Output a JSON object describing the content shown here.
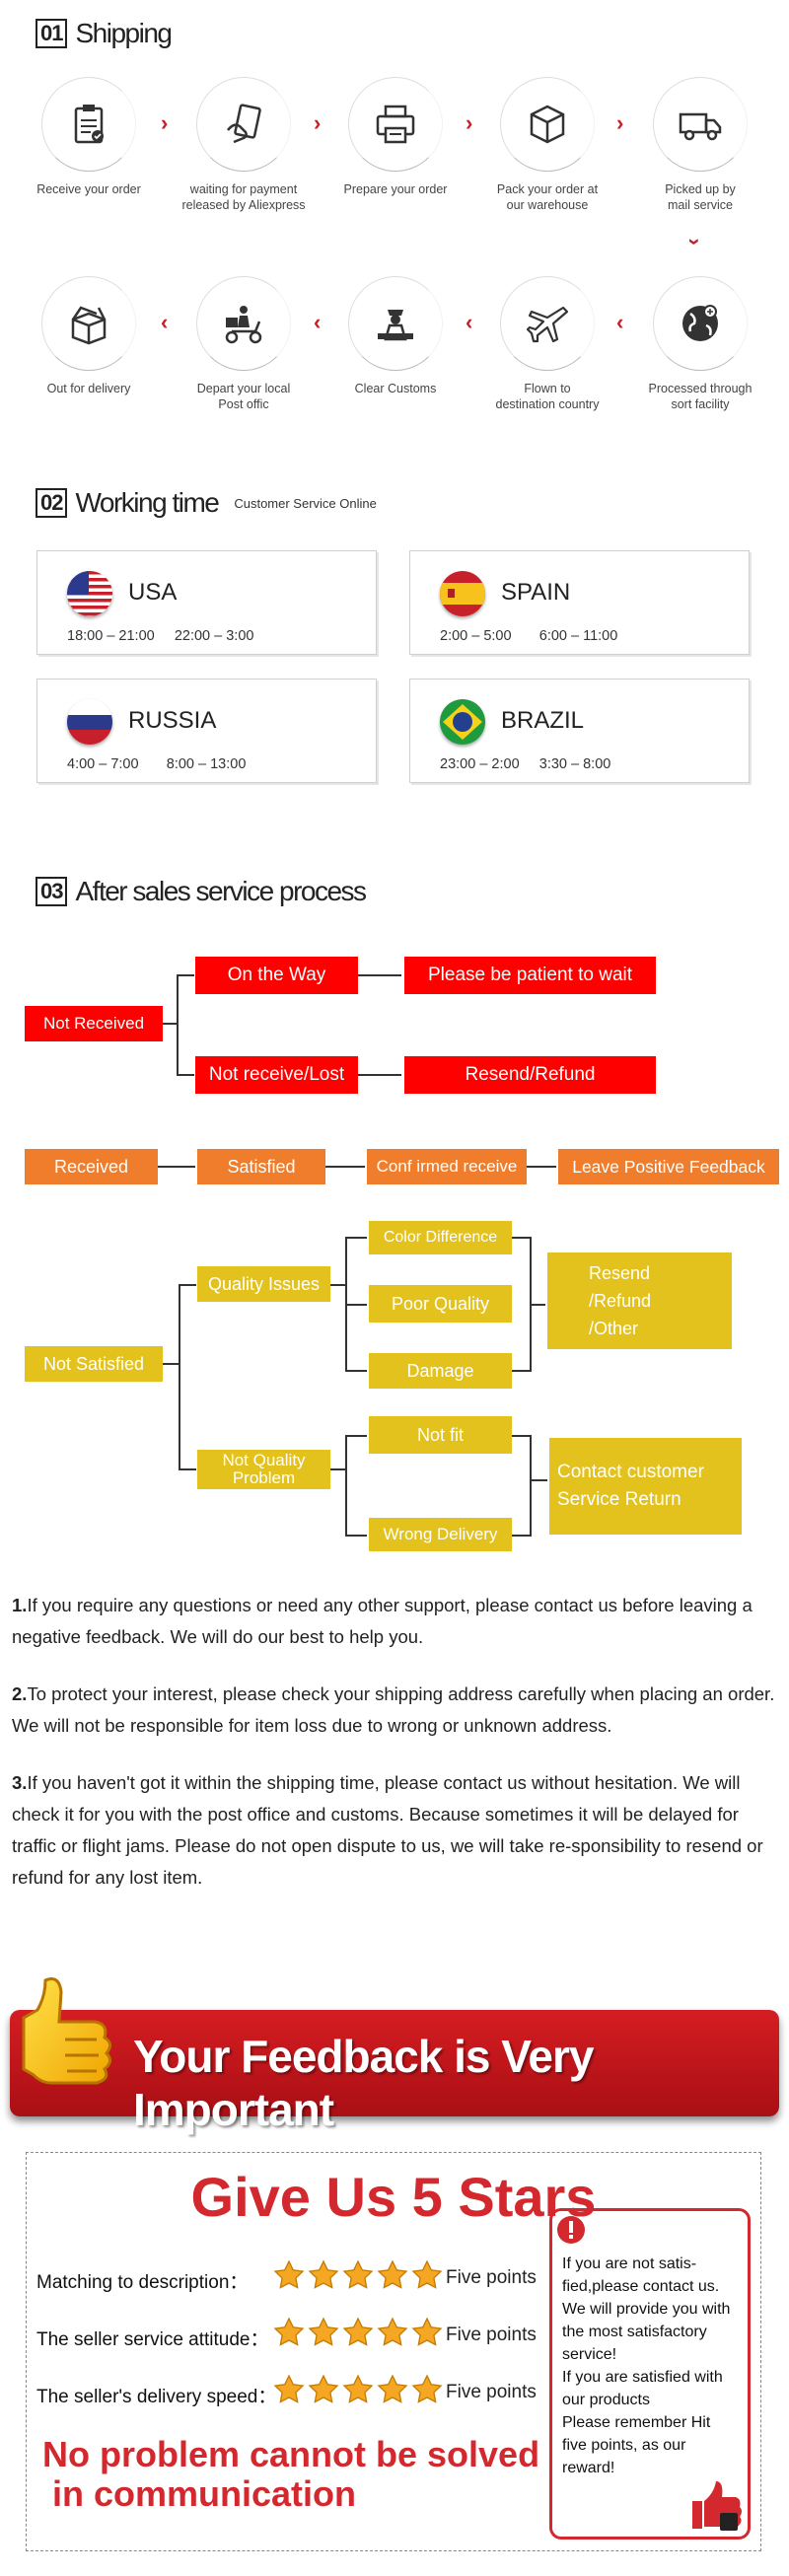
{
  "shipping": {
    "num": "01",
    "title": "Shipping",
    "steps": [
      {
        "label": "Receive your order",
        "icon": "clipboard-icon"
      },
      {
        "label": "waiting for payment\nreleased by Aliexpress",
        "icon": "card-hand-icon"
      },
      {
        "label": "Prepare your order",
        "icon": "printer-icon"
      },
      {
        "label": "Pack your order at\nour warehouse",
        "icon": "box-icon"
      },
      {
        "label": "Picked up by\nmail service",
        "icon": "truck-icon"
      },
      {
        "label": "Out for delivery",
        "icon": "open-box-icon"
      },
      {
        "label": "Depart your local\nPost offic",
        "icon": "scooter-icon"
      },
      {
        "label": "Clear Customs",
        "icon": "customs-officer-icon"
      },
      {
        "label": "Flown to\ndestination country",
        "icon": "plane-icon"
      },
      {
        "label": "Processed through\nsort facility",
        "icon": "globe-icon"
      }
    ]
  },
  "working": {
    "num": "02",
    "title": "Working time",
    "subtitle": "Customer Service Online",
    "regions": [
      {
        "country": "USA",
        "times": "18:00 – 21:00     22:00 – 3:00"
      },
      {
        "country": "SPAIN",
        "times": "2:00 – 5:00       6:00 – 11:00"
      },
      {
        "country": "RUSSIA",
        "times": "4:00 – 7:00       8:00 – 13:00"
      },
      {
        "country": "BRAZIL",
        "times": "23:00 – 2:00     3:30 – 8:00"
      }
    ]
  },
  "after": {
    "num": "03",
    "title": "After sales service process",
    "not_received": "Not Received",
    "on_the_way": "On the Way",
    "be_patient": "Please be patient to wait",
    "lost": "Not receive/Lost",
    "resend_refund": "Resend/Refund",
    "received": "Received",
    "satisfied": "Satisfied",
    "confirmed": "Conf irmed receive",
    "leave_feedback": "Leave Positive Feedback",
    "not_satisfied": "Not Satisfied",
    "quality_issues": "Quality Issues",
    "color_difference": "Color Difference",
    "poor_quality": "Poor Quality",
    "damage": "Damage",
    "resend_other": "Resend\n/Refund\n/Other",
    "not_quality": "Not Quality\nProblem",
    "not_fit": "Not fit",
    "wrong_delivery": "Wrong Delivery",
    "contact_return": "Contact customer\nService Return"
  },
  "notes": [
    {
      "num": "1.",
      "text": "If you require any questions or need any other support, please contact us before leaving a negative feedback. We will do our best to help you."
    },
    {
      "num": "2.",
      "text": "To protect your interest, please check your shipping address carefully when placing an order. We will not be responsible for item loss due to wrong or unknown address."
    },
    {
      "num": "3.",
      "text": "If you haven't got it within the shipping time, please contact us without hesitation. We will check it for you with the post office and customs. Because sometimes it will be delayed for traffic or flight jams. Please do not open dispute to us, we will take re-sponsibility to resend or refund for any lost item."
    }
  ],
  "feedback": {
    "banner": "Your Feedback is Very Important",
    "give5": "Give Us 5 Stars",
    "rows": [
      {
        "label": "Matching to description：",
        "points": "Five points",
        "stars": 5
      },
      {
        "label": "The seller service attitude：",
        "points": "Five points",
        "stars": 5
      },
      {
        "label": "The seller's delivery speed：",
        "points": "Five points",
        "stars": 5
      }
    ],
    "no_problem": "No problem cannot be solved\n in communication",
    "side_note": "If you are not satis-fied,please contact us. We will provide you with the most satisfactory service!\nIf you are satisfied with our products\nPlease remember Hit five points, as our reward!",
    "colors": {
      "red": "#d3282e",
      "star": "#f5a623"
    }
  }
}
